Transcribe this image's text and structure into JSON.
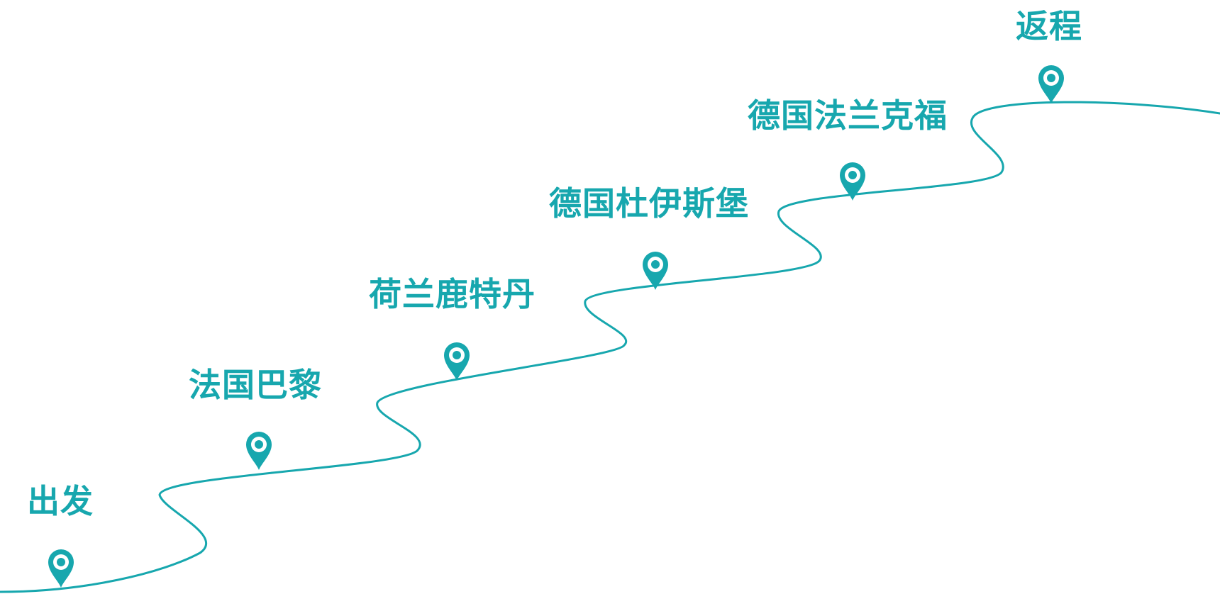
{
  "colors": {
    "accent": "#17A7AE",
    "background": "#FFFFFF"
  },
  "route": {
    "icon": "map-pin-icon",
    "stops": [
      {
        "id": "start",
        "label": "出发"
      },
      {
        "id": "paris",
        "label": "法国巴黎"
      },
      {
        "id": "delft",
        "label": "荷兰鹿特丹"
      },
      {
        "id": "duisburg",
        "label": "德国杜伊斯堡"
      },
      {
        "id": "frankfurt",
        "label": "德国法兰克福"
      },
      {
        "id": "return",
        "label": "返程"
      }
    ]
  }
}
